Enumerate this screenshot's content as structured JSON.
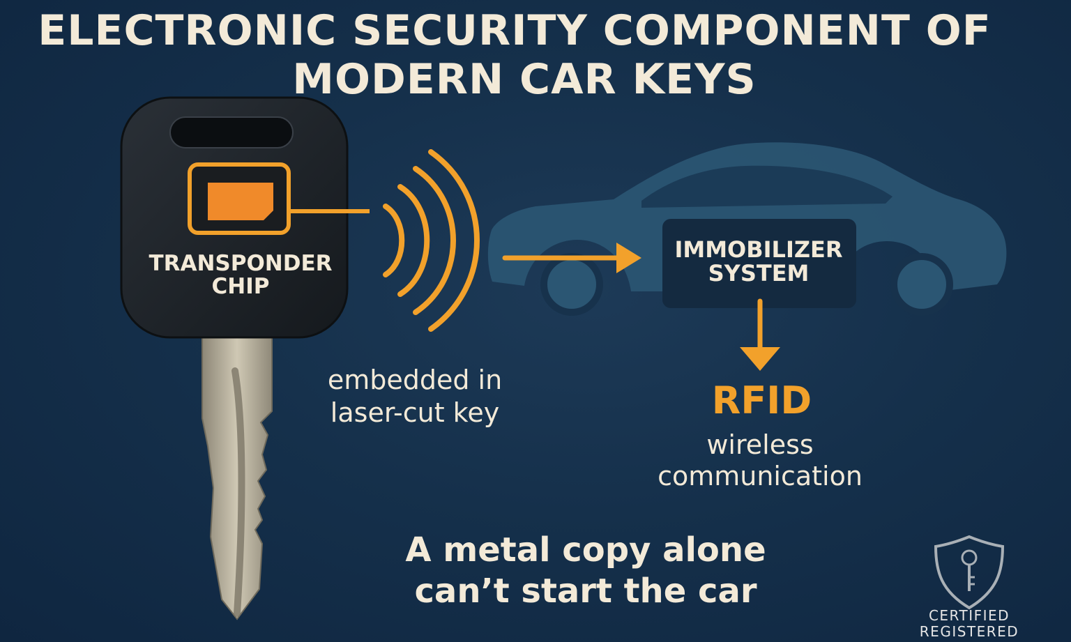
{
  "title": {
    "line1": "ELECTRONIC SECURITY COMPONENT OF",
    "line2": "MODERN CAR KEYS"
  },
  "key": {
    "chip_label_line1": "TRANSPONDER",
    "chip_label_line2": "CHIP",
    "caption_line1": "embedded in",
    "caption_line2": "laser-cut key"
  },
  "car": {
    "immobilizer_line1": "IMMOBILIZER",
    "immobilizer_line2": "SYSTEM"
  },
  "rfid": {
    "label": "RFID",
    "caption_line1": "wireless",
    "caption_line2": "communication"
  },
  "message": {
    "line1": "A metal copy alone",
    "line2": "can’t start the car"
  },
  "badge": {
    "line1": "CERTIFIED",
    "line2": "REGISTERED",
    "icon": "shield-key-icon"
  },
  "colors": {
    "background": "#15304b",
    "accent": "#f2a12b",
    "text": "#f3ead8",
    "key_head": "#1c2126",
    "car_silhouette": "#2b5673"
  }
}
